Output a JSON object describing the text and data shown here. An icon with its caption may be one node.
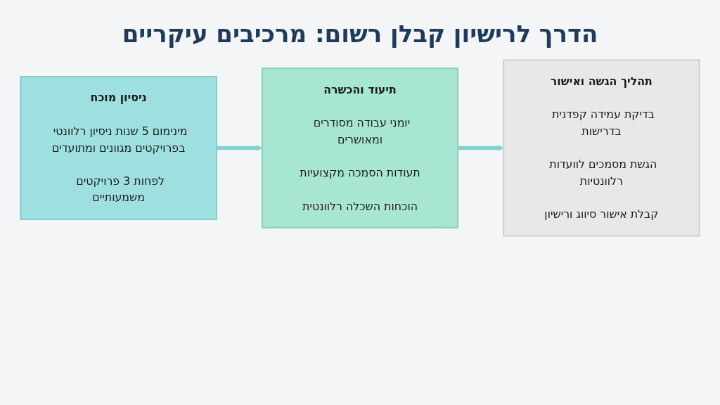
{
  "diagram": {
    "title": "הדרך לרישיון קבלן רשום: מרכיבים עיקריים",
    "nodes": [
      {
        "text": [
          "ניסיון מוכח",
          "מינימום 5 שנות ניסיון רלוונטי בפרויקטים מגוונים ומתועדים",
          "לפחות 3 פרויקטים משמעותיים"
        ]
      },
      {
        "text": [
          "תיעוד והכשרה",
          "יומני עבודה מסודרים ומאושרים",
          "תעודות הסמכה מקצועיות",
          "הוכחות השכלה רלוונטית"
        ]
      },
      {
        "text": [
          "תהליך הגשה ואישור",
          "בדיקת עמידה קפדנית בדרישות",
          "הגשת מסמכים לוועדות רלוונטיות",
          "קבלת אישור סיווג ורישיון"
        ]
      }
    ],
    "edges": [
      {
        "from": 0,
        "to": 1,
        "arrow": "to"
      },
      {
        "from": 1,
        "to": 2,
        "arrow": "to"
      }
    ]
  }
}
